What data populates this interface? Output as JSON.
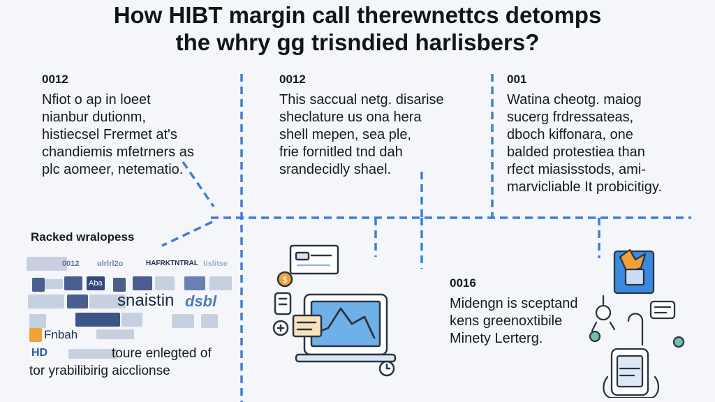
{
  "title": {
    "line1": "How HIBT margin call therewnettcs detomps",
    "line2": "the whry gg trisndied harlisbers?"
  },
  "cards": [
    {
      "number": "0012",
      "lines": [
        "Nfiot o ap in loeet",
        "nianbur dutionm,",
        "histiecsel Frermet at's",
        "chandiemis mfetrners as",
        "plc aomeer, netematio."
      ]
    },
    {
      "number": "0012",
      "lines": [
        "This saccual netg. disarise",
        "sheclature us ona hera",
        "shell mepen, sea ple,",
        "frie fornitled tnd dah",
        "srandecidly shael."
      ]
    },
    {
      "number": "001",
      "lines": [
        "Watina cheotg. maiog",
        "sucerg frdressateas,",
        "dboch kiffonara, one",
        "balded protestiea than",
        "rfect miasisstods, ami-",
        "marvicliable It probicitigy."
      ]
    },
    {
      "number": "0016",
      "lines": [
        "Midengn is sceptand",
        "kens greenoxtibile",
        "Minety Lerterg."
      ]
    }
  ],
  "logos_section": {
    "title": "Racked wralopess",
    "logos": [
      "0012",
      "olrlrl2o",
      "HAFRKTNTRAL",
      "tislitse",
      "Aba",
      "snaistin",
      "dsbl",
      "Fnbah",
      "HD"
    ],
    "caption_lines": [
      "toure enlegted of",
      "tor yrabilibirig aicclionse"
    ]
  },
  "colors": {
    "connector": "#3d7fd6",
    "accent_orange": "#f2a03a",
    "icon_stroke": "#2b3444",
    "screen_blue": "#6fb0e8"
  },
  "icons": [
    "laptop-chart-icon",
    "hand-device-icon"
  ]
}
